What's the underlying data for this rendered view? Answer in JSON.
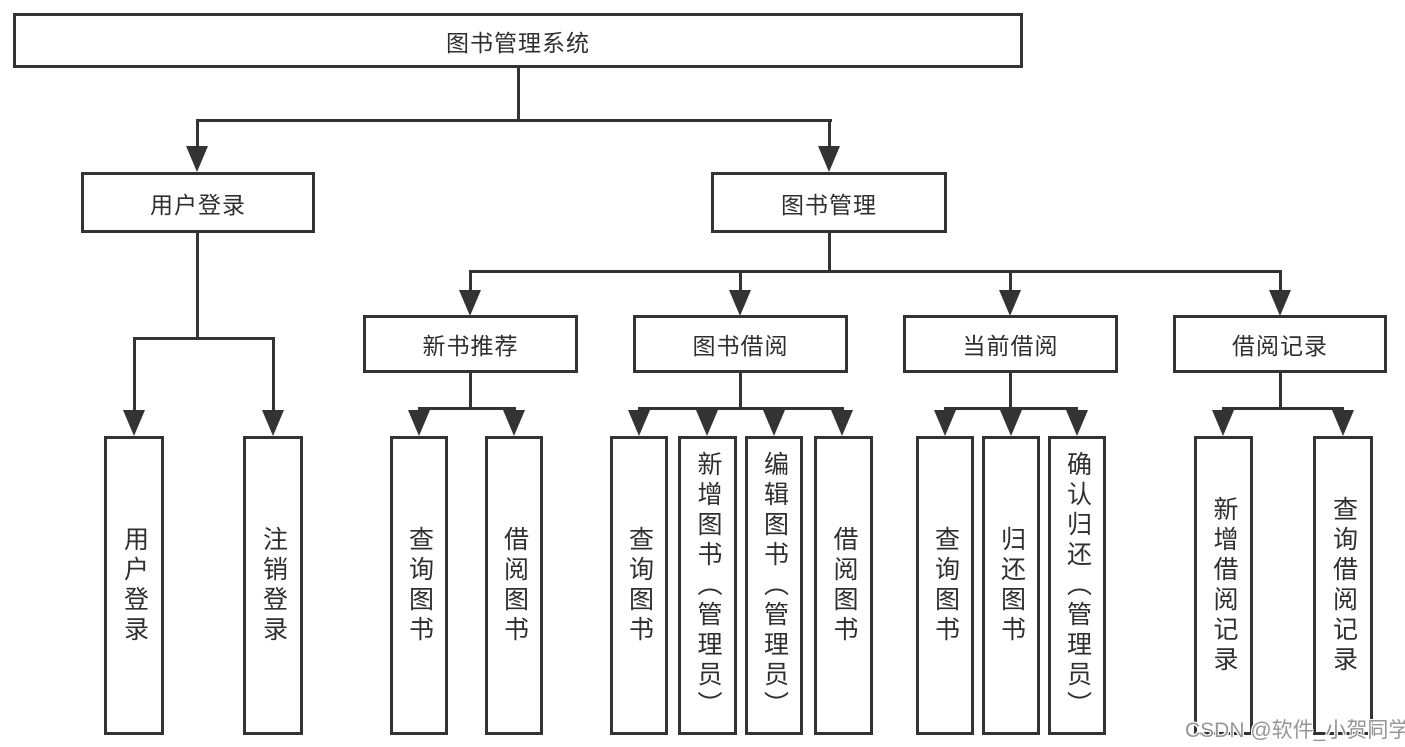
{
  "tree": {
    "label": "图书管理系统",
    "children": [
      {
        "label": "用户登录",
        "children": [
          {
            "label": "用户登录"
          },
          {
            "label": "注销登录"
          }
        ]
      },
      {
        "label": "图书管理",
        "children": [
          {
            "label": "新书推荐",
            "children": [
              {
                "label": "查询图书"
              },
              {
                "label": "借阅图书"
              }
            ]
          },
          {
            "label": "图书借阅",
            "children": [
              {
                "label": "查询图书"
              },
              {
                "label": "新增图书（管理员）"
              },
              {
                "label": "编辑图书（管理员）"
              },
              {
                "label": "借阅图书"
              }
            ]
          },
          {
            "label": "当前借阅",
            "children": [
              {
                "label": "查询图书"
              },
              {
                "label": "归还图书"
              },
              {
                "label": "确认归还（管理员）"
              }
            ]
          },
          {
            "label": "借阅记录",
            "children": [
              {
                "label": "新增借阅记录"
              },
              {
                "label": "查询借阅记录"
              }
            ]
          }
        ]
      }
    ]
  },
  "watermark": {
    "text": "CSDN @软件_小贺同学",
    "color": "#969696"
  },
  "colors": {
    "line": "#333333",
    "text": "#2f2f2f",
    "background": "#ffffff"
  }
}
